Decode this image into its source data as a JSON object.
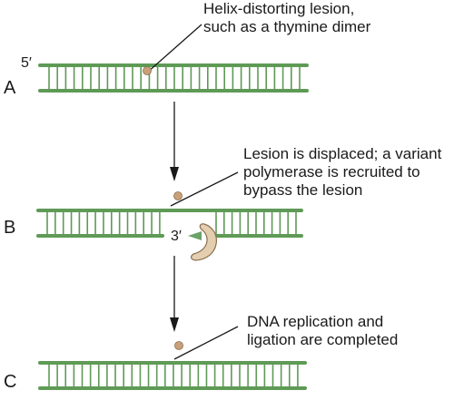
{
  "stages": [
    {
      "letter": "A",
      "caption": "Helix-distorting lesion,\nsuch as a thymine dimer",
      "end_label": "5′"
    },
    {
      "letter": "B",
      "caption": "Lesion is displaced; a variant\npolymerase is recruited to\nbypass the lesion",
      "end_label": "3′"
    },
    {
      "letter": "C",
      "caption": "DNA replication and\nligation are completed"
    }
  ],
  "colors": {
    "dna_strand": "#5f9a56",
    "lesion": "#c9a07a",
    "polymerase": "#e3ceb0",
    "primer": "#6aa36a",
    "text": "#1a1a1a"
  }
}
